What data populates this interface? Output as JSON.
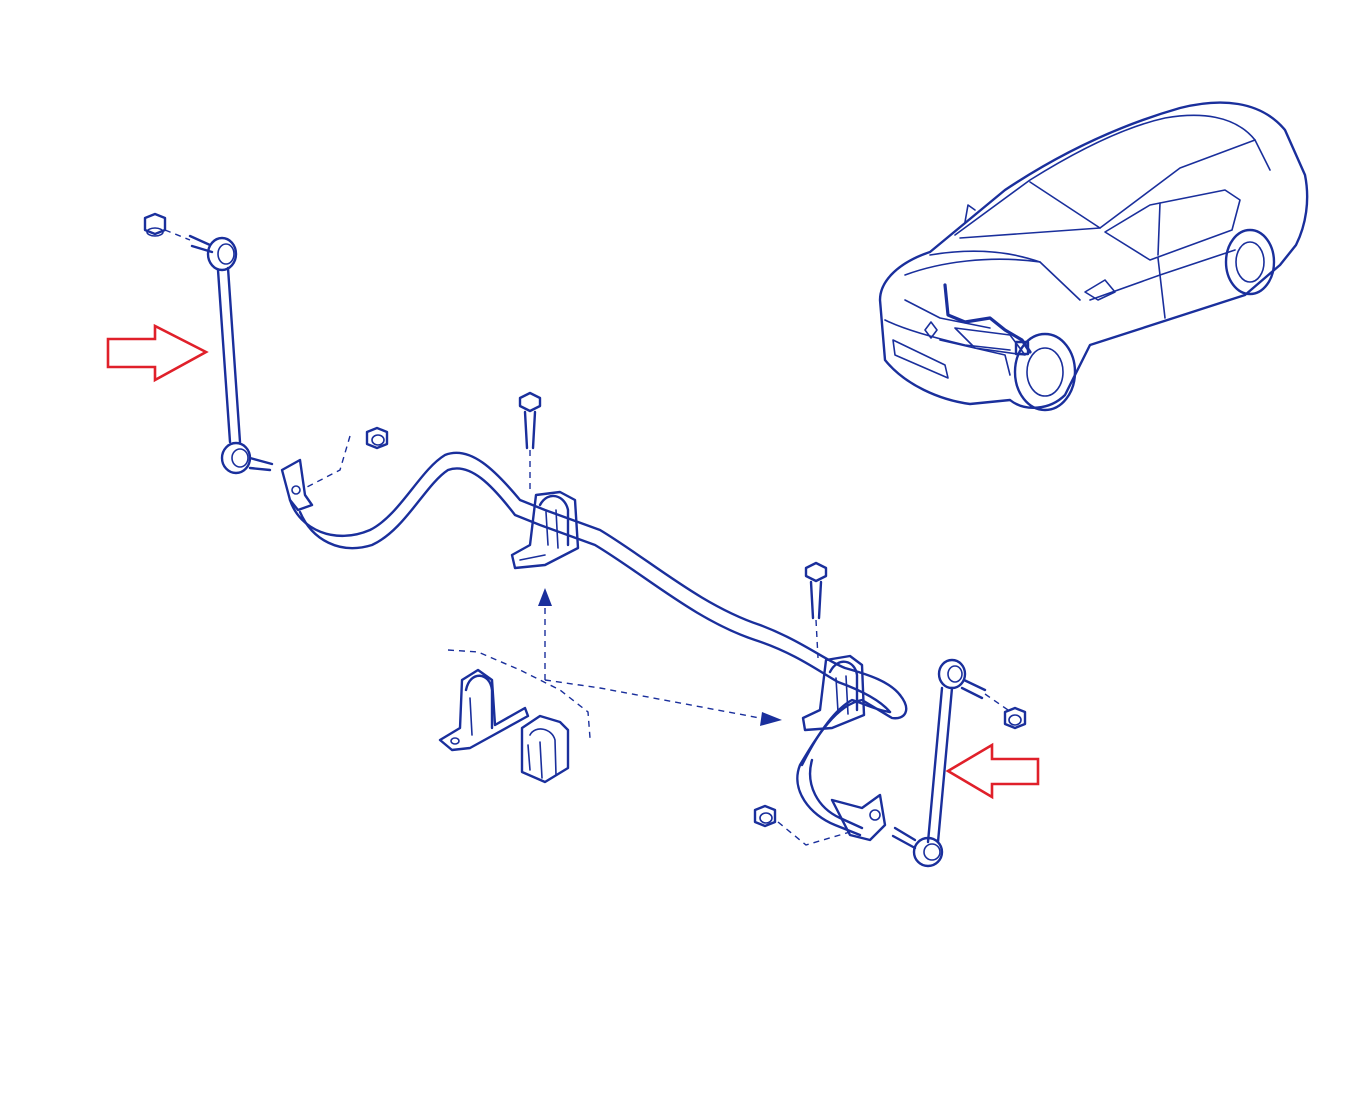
{
  "colors": {
    "line": "#1a2f9c",
    "line_light": "#3d56c9",
    "highlight_arrow": "#e0202a",
    "background": "#ffffff"
  },
  "components": [
    {
      "id": "left-link-rod",
      "label": ""
    },
    {
      "id": "right-link-rod",
      "label": ""
    },
    {
      "id": "stabilizer-bar",
      "label": ""
    },
    {
      "id": "bushing-bracket",
      "label": ""
    },
    {
      "id": "rubber-bushing",
      "label": ""
    },
    {
      "id": "vehicle-overview",
      "label": ""
    }
  ],
  "callouts": [
    {
      "id": "left-arrow",
      "direction": "right",
      "points_to": "left-link-rod"
    },
    {
      "id": "right-arrow",
      "direction": "left",
      "points_to": "right-link-rod"
    }
  ]
}
